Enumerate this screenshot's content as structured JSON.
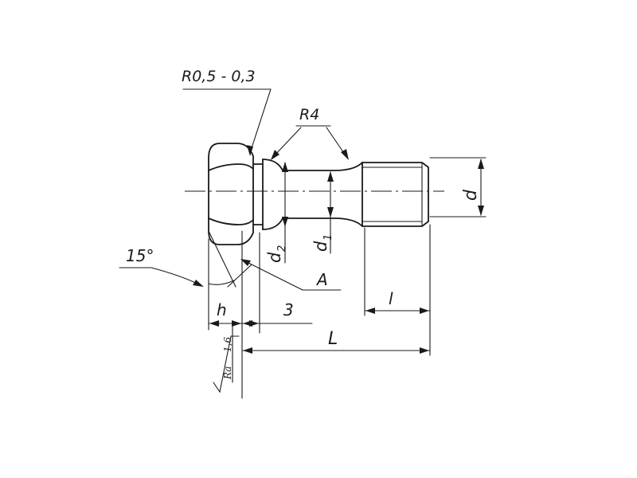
{
  "labels": {
    "radius_head": "R0,5 - 0,3",
    "radius_neck": "R4",
    "angle": "15°",
    "diameter": "d",
    "diameter_1": "d",
    "diameter_1_sub": "1",
    "diameter_2": "d",
    "diameter_2_sub": "2",
    "section": "A",
    "head_height": "h",
    "neck_length": "3",
    "thread_length": "l",
    "total_length": "L",
    "roughness_symbol": "Ra",
    "roughness_value": "1,6"
  }
}
